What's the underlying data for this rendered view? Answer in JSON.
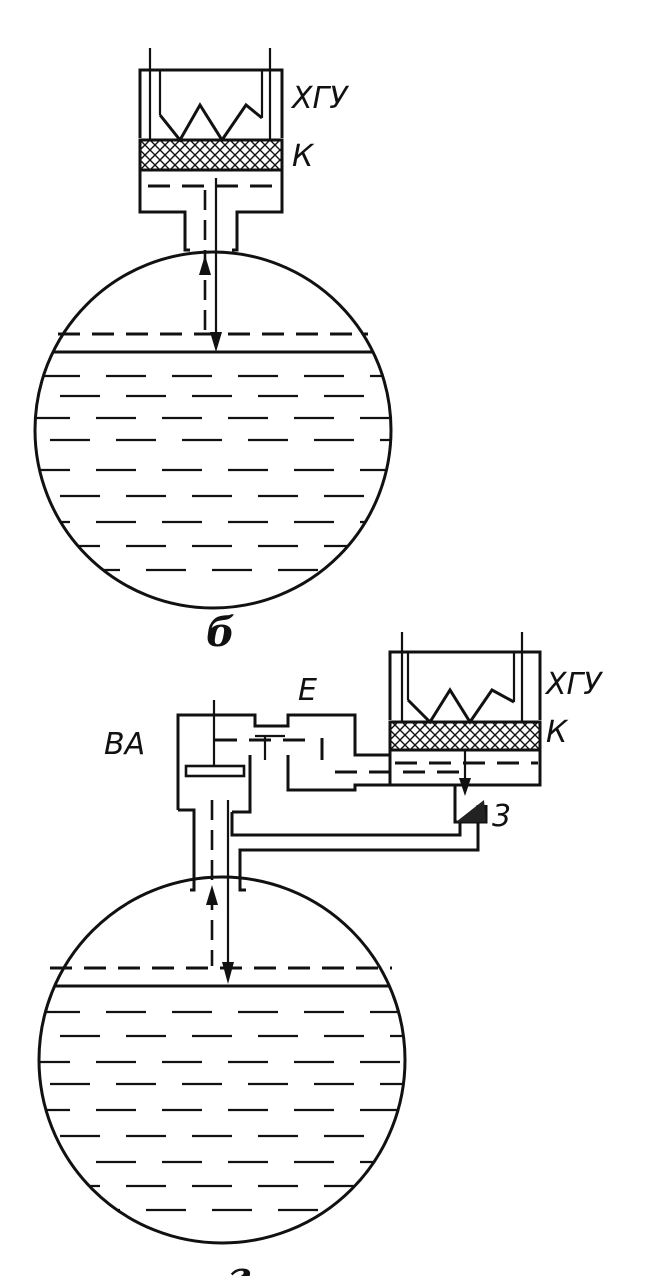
{
  "diagram_a": {
    "label_cryo": "ХГУ",
    "label_condenser": "К",
    "caption": "б"
  },
  "diagram_b": {
    "label_cryo": "ХГУ",
    "label_condenser": "К",
    "label_valve": "ВА",
    "label_e": "Е",
    "label_3": "3",
    "caption": "г"
  }
}
